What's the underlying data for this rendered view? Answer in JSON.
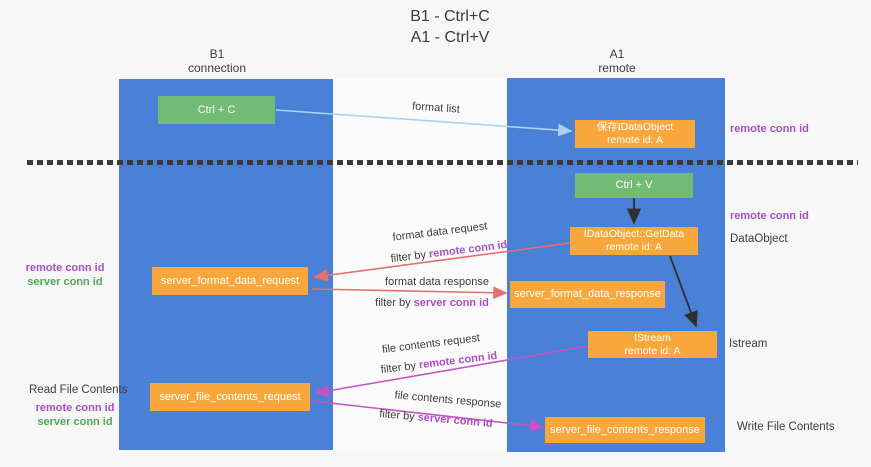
{
  "title": {
    "line1": "B1 - Ctrl+C",
    "line2": "A1 - Ctrl+V"
  },
  "lifelines": {
    "left": {
      "name": "B1",
      "subtitle": "connection"
    },
    "right": {
      "name": "A1",
      "subtitle": "remote"
    }
  },
  "boxes": {
    "ctrl_c": {
      "label": "Ctrl + C"
    },
    "save_idataobject": {
      "line1": "保存IDataObject",
      "line2": "remote id: A"
    },
    "ctrl_v": {
      "label": "Ctrl + V"
    },
    "idataobject_getdata": {
      "line1": "IDataObject::GetData",
      "line2": "remote id: A"
    },
    "server_format_data_request": {
      "label": "server_format_data_request"
    },
    "server_format_data_response": {
      "label": "server_format_data_response"
    },
    "istream": {
      "line1": "IStream",
      "line2": "remote id: A"
    },
    "server_file_contents_request": {
      "label": "server_file_contents_request"
    },
    "server_file_contents_response": {
      "label": "server_file_contents_response"
    }
  },
  "edge_labels": {
    "format_list": "format list",
    "format_data_request": "format data request",
    "format_data_response": "format data response",
    "file_contents_request": "file contents request",
    "file_contents_response": "file contents response",
    "filter_by": "filter by ",
    "remote_conn_id": "remote conn id",
    "server_conn_id": "server conn id"
  },
  "side_labels": {
    "right_top_remote_conn_id": "remote conn id",
    "right_mid_remote_conn_id": "remote conn id",
    "dataobject": "DataObject",
    "istream": "Istream",
    "write_file_contents": "Write File Contents",
    "left_mid_remote_conn_id": "remote conn id",
    "left_mid_server_conn_id": "server conn id",
    "read_file_contents": "Read File Contents",
    "left_bottom_remote_conn_id": "remote conn id",
    "left_bottom_server_conn_id": "server conn id"
  },
  "colors": {
    "lifeline_blue": "#4a80d6",
    "action_green": "#72bc75",
    "message_orange": "#f8a73c",
    "arrow_light_blue": "#a9d3f1",
    "arrow_red": "#e76f6f",
    "arrow_magenta": "#c553c5",
    "arrow_black": "#2f2f2f",
    "conn_id_purple": "#a94fc0",
    "conn_id_green": "#53a556",
    "dashed_line": "#3b3b3b"
  }
}
